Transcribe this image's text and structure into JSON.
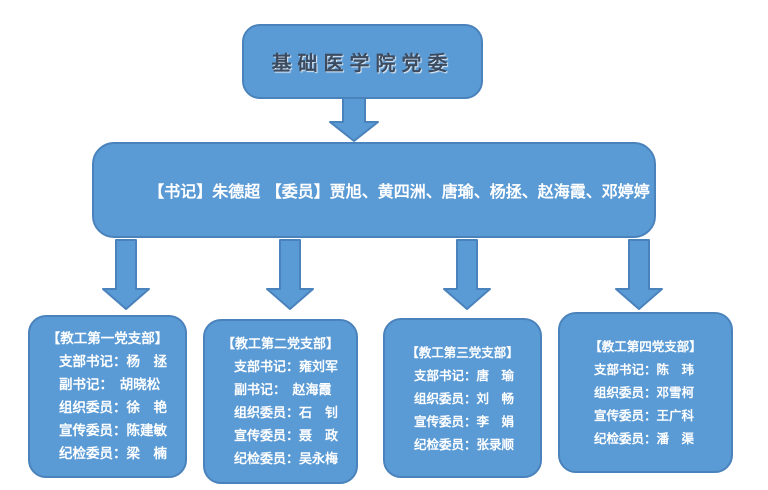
{
  "page": {
    "background": "#ffffff",
    "kind": "organization-chart"
  },
  "colors": {
    "shape_fill": "#5b9bd5",
    "shape_border": "#4a82bc",
    "root_text": "#3c4b5f",
    "body_text": "#ffffff"
  },
  "connectors": {
    "glyph": "down-block-arrow-icon",
    "count": 5
  },
  "root_box": {
    "title": "基础医学院党委"
  },
  "committee_box": {
    "text": "【书记】朱德超 【委员】贾旭、黄四洲、唐瑜、杨拯、赵海霞、邓婷婷"
  },
  "branches": [
    {
      "title": "【教工第一党支部】",
      "rows": [
        "支部书记：杨　拯",
        "副书记：　胡晓松",
        "组织委员：徐　艳",
        "宣传委员：陈建敏",
        "纪检委员：梁　楠"
      ]
    },
    {
      "title": "【教工第二党支部】",
      "rows": [
        "支部书记：雍刘军",
        "副书记：　赵海霞",
        "组织委员：石　钊",
        "宣传委员：聂　政",
        "纪检委员：吴永梅"
      ]
    },
    {
      "title": "【教工第三党支部】",
      "rows": [
        "支部书记：唐　瑜",
        "组织委员：刘　畅",
        "宣传委员：李　娟",
        "纪检委员：张录顺"
      ]
    },
    {
      "title": "【教工第四党支部】",
      "rows": [
        "支部书记：陈　玮",
        "组织委员：邓雪柯",
        "宣传委员：王广科",
        "纪检委员：潘　渠"
      ]
    }
  ]
}
